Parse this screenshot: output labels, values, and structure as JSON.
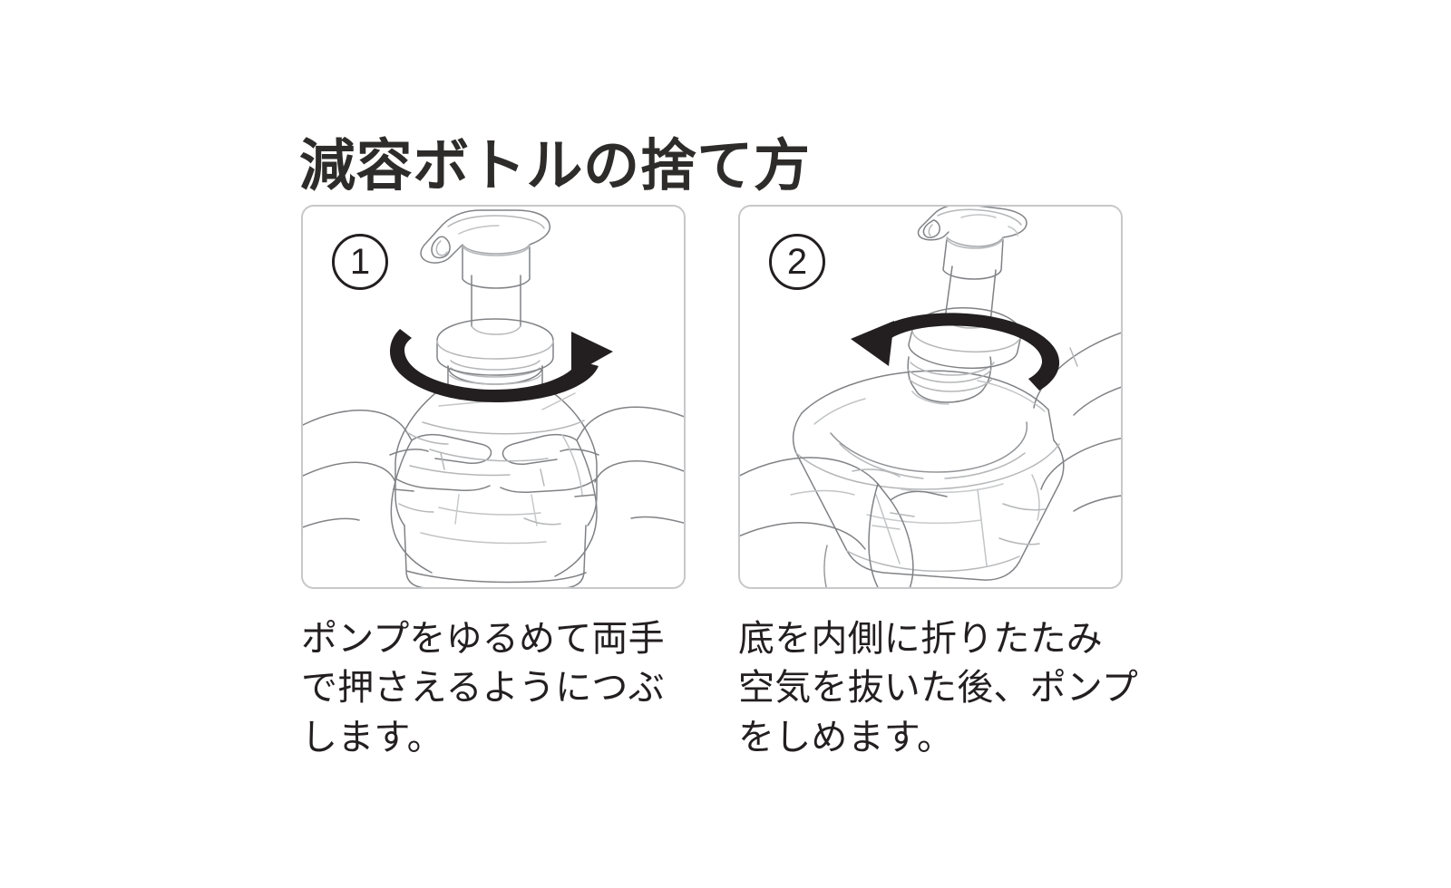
{
  "page": {
    "title": "減容ボトルの捨て方",
    "background_color": "#ffffff",
    "text_color": "#231f20",
    "panel_border_color": "#c7c8ca",
    "line_art_color": "#6d6e71",
    "arrow_color": "#231f20"
  },
  "steps": [
    {
      "badge": "①",
      "badge_number": "1",
      "caption_lines": [
        "ポンプをゆるめて両手",
        "で押さえるようにつぶ",
        "します。"
      ],
      "caption_full": "ポンプをゆるめて両手で押さえるようにつぶします。",
      "illustration": {
        "subject": "foam-pump-bottle-squeezed-by-two-hands",
        "arrow_direction": "clockwise-loosen",
        "arrow_head": "right"
      }
    },
    {
      "badge": "②",
      "badge_number": "2",
      "caption_lines": [
        "底を内側に折りたたみ",
        "空気を抜いた後、ポンプ",
        "をしめます。"
      ],
      "caption_full": "底を内側に折りたたみ空気を抜いた後、ポンプをしめます。",
      "illustration": {
        "subject": "collapsed-bottle-bottom-folded-inward-hand-holding",
        "arrow_direction": "counter-clockwise-tighten",
        "arrow_head": "left"
      }
    }
  ]
}
